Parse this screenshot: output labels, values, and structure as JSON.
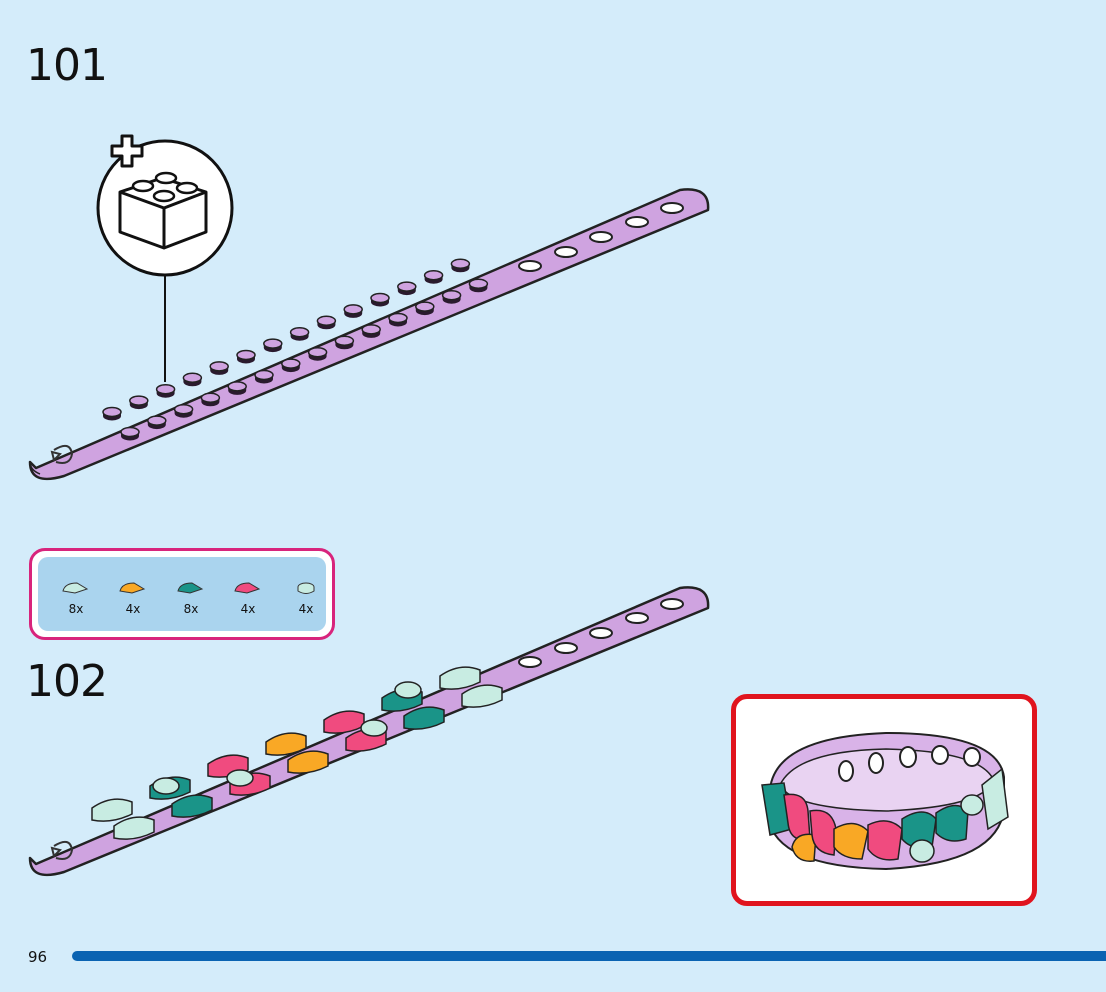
{
  "steps": [
    {
      "number": "101"
    },
    {
      "number": "102"
    }
  ],
  "parts_list": [
    {
      "name": "light-aqua-quarter-tile-icon",
      "qty": "8x",
      "color": "#c8ece2"
    },
    {
      "name": "orange-quarter-tile-icon",
      "qty": "4x",
      "color": "#f9a825"
    },
    {
      "name": "teal-quarter-tile-icon",
      "qty": "8x",
      "color": "#1a9488"
    },
    {
      "name": "pink-quarter-tile-icon",
      "qty": "4x",
      "color": "#f04b7f"
    },
    {
      "name": "light-aqua-round-tile-icon",
      "qty": "4x",
      "color": "#c8ece2"
    }
  ],
  "footer": {
    "page_number": "96",
    "bar_color": "#0a63b2"
  },
  "colors": {
    "background": "#d4ecfa",
    "band": "#cfa3e0",
    "band_outline": "#222222",
    "callout_border": "#e0141e",
    "parts_border": "#d8247c"
  },
  "icons": {
    "add_brick": "plus-brick-icon",
    "clasp_arrow": "clasp-arrow-icon"
  }
}
